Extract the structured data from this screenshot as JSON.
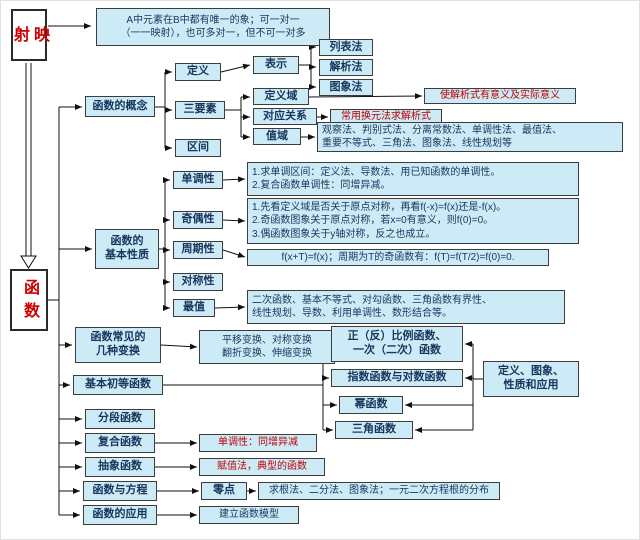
{
  "mapping": {
    "label": "映射",
    "note": "A中元素在B中都有唯一的象；可一对一\n（一一映射），也可多对一，但不可一对多"
  },
  "root": {
    "label": "函数"
  },
  "concept": {
    "label": "函数的概念",
    "definition": "定义",
    "representation": "表示",
    "methods": {
      "list": "列表法",
      "analytic": "解析法",
      "graph": "图象法"
    },
    "three_elements": "三要素",
    "domain": "定义域",
    "domain_note": "使解析式有意义及实际意义",
    "relation": "对应关系",
    "relation_note": "常用换元法求解析式",
    "range": "值域",
    "range_note": "观察法、判别式法、分离常数法、单调性法、最值法、\n重要不等式、三角法、图象法、线性规划等",
    "interval": "区间"
  },
  "properties": {
    "label": "函数的\n基本性质",
    "monotonicity": "单调性",
    "monotonicity_note": "1.求单调区间：定义法、导数法、用已知函数的单调性。\n2.复合函数单调性：同增异减。",
    "parity": "奇偶性",
    "parity_note": "1.先看定义域是否关于原点对称，再看f(-x)=f(x)还是-f(x)。\n2.奇函数图象关于原点对称，若x=0有意义，则f(0)=0。\n3.偶函数图象关于y轴对称，反之也成立。",
    "periodicity": "周期性",
    "periodicity_note": "f(x+T)=f(x)；周期为T的奇函数有：f(T)=f(T/2)=f(0)=0.",
    "symmetry": "对称性",
    "extremum": "最值",
    "extremum_note": "二次函数、基本不等式、对勾函数、三角函数有界性、\n线性规划、导数、利用单调性、数形结合等。"
  },
  "transforms": {
    "label": "函数常见的\n几种变换",
    "note": "平移变换、对称变换\n翻折变换、伸缩变换"
  },
  "elementary": {
    "label": "基本初等函数",
    "types": [
      "正（反）比例函数、\n一次（二次）函数",
      "指数函数与对数函数",
      "幂函数",
      "三角函数"
    ],
    "study_note": "定义、图象、\n性质和应用"
  },
  "piecewise": {
    "label": "分段函数"
  },
  "composite": {
    "label": "复合函数",
    "note": "单调性：同增异减"
  },
  "abstract": {
    "label": "抽象函数",
    "note": "赋值法，典型的函数"
  },
  "equation": {
    "label": "函数与方程",
    "zero": "零点",
    "zero_note": "求根法、二分法、图象法；一元二次方程根的分布"
  },
  "application": {
    "label": "函数的应用",
    "note": "建立函数模型"
  },
  "colors": {
    "accent_red": "#c00000",
    "node_fill": "#cdeaf7",
    "text_blue": "#17365d",
    "line": "#111111"
  }
}
